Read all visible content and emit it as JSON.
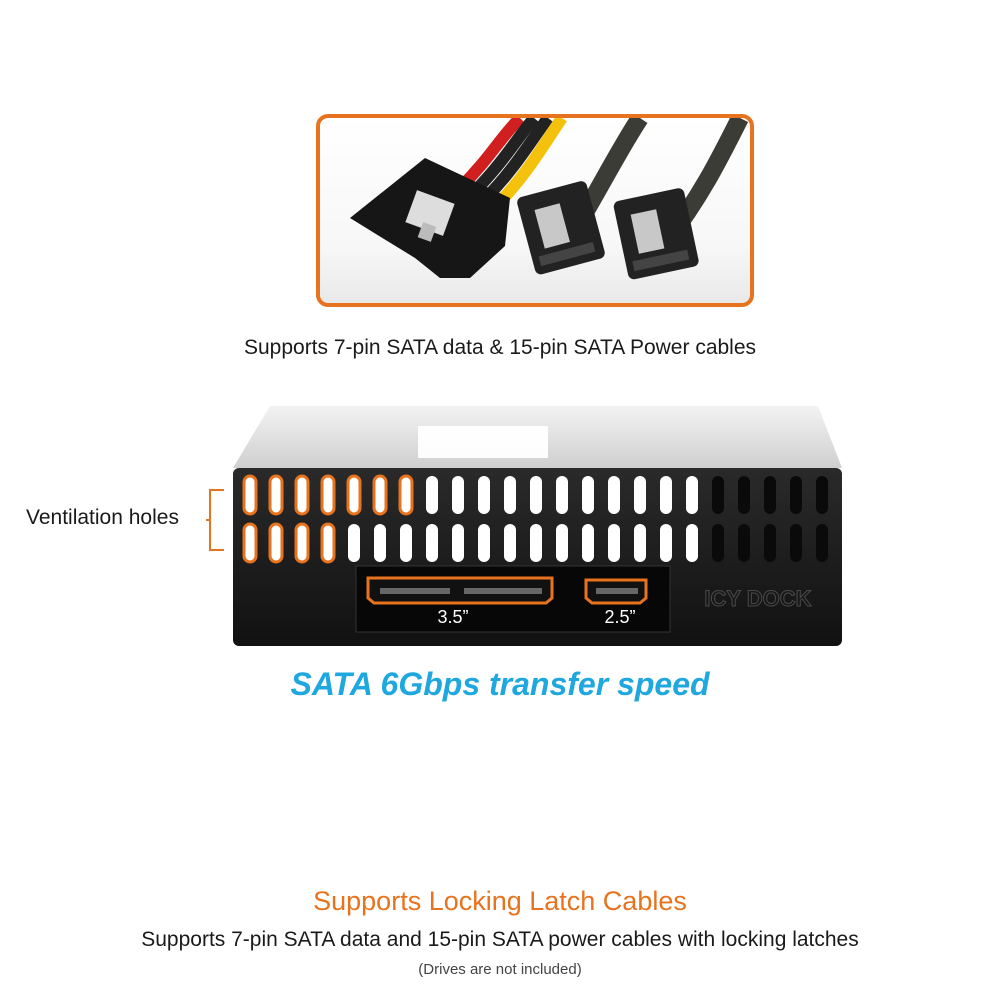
{
  "cable_caption": "Supports 7-pin SATA data & 15-pin SATA Power cables",
  "vent_label": "Ventilation holes",
  "port_label_large": "3.5”",
  "port_label_small": "2.5”",
  "brand_mark": "ICY DOCK",
  "speed_label": "SATA 6Gbps transfer speed",
  "latch_title": "Supports Locking Latch Cables",
  "latch_desc": "Supports 7-pin SATA data and 15-pin SATA power cables with locking latches",
  "latch_note": "(Drives are not included)",
  "colors": {
    "accent_orange": "#e8731e",
    "speed_blue": "#1fa7e0"
  }
}
